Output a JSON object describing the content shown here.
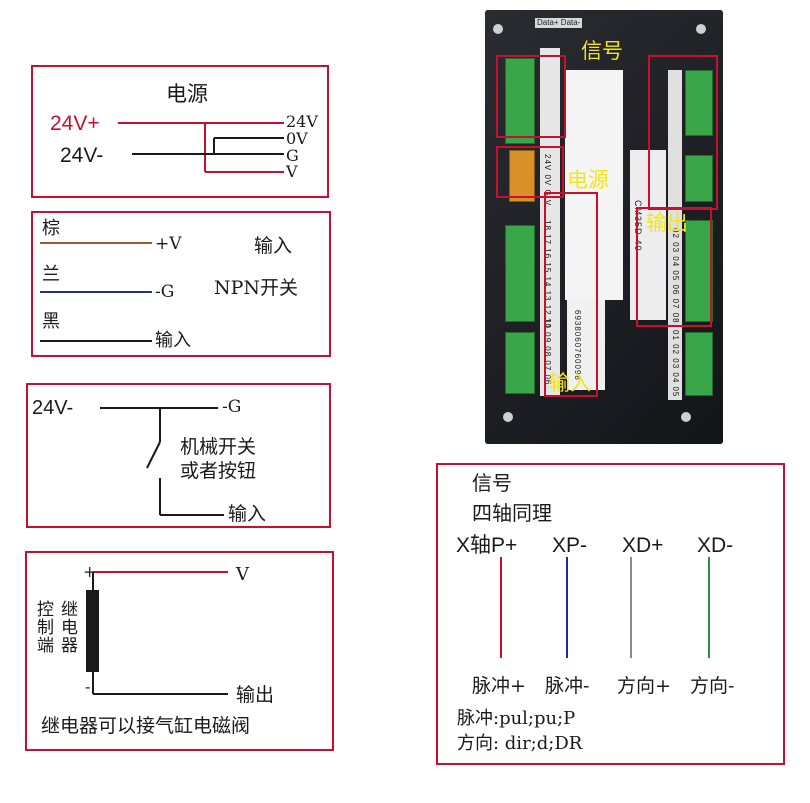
{
  "power_box": {
    "title": "电源",
    "in_pos": "24V+",
    "in_neg": "24V-",
    "pins": [
      "24V",
      "0V",
      "G",
      "V"
    ]
  },
  "npn_box": {
    "wire_brown": "棕",
    "wire_blue": "兰",
    "wire_black": "黑",
    "pin_pos": "+V",
    "pin_neg": "-G",
    "pin_out": "输入",
    "label_input": "输入",
    "label_type": "NPN开关"
  },
  "switch_box": {
    "in_neg": "24V-",
    "pin_neg": "-G",
    "label": [
      "机械开关",
      "或者按钮"
    ],
    "pin_out": "输入"
  },
  "relay_box": {
    "plus": "+",
    "minus": "-",
    "pin_v": "V",
    "coil_label": [
      "继电器",
      "控制端"
    ],
    "pin_out": "输出",
    "caption": "继电器可以接气缸电磁阀"
  },
  "controller_photo": {
    "top_label": "Data+ Data-",
    "labels": {
      "signal": "信号",
      "power": "电源",
      "output": "输出",
      "input": "输入"
    },
    "model": "CM35D-40",
    "serial": "6938060760098",
    "power_pins": "24V 0V G V",
    "input_numbers_a": "18 17 16 15 14 13 12 11",
    "input_numbers_b": "10 09 08 07 06",
    "output_numbers_a": "02 03 04 05 06 07 08",
    "output_numbers_b": "01 02 03 04 05"
  },
  "signal_box": {
    "title": "信号",
    "subtitle": "四轴同理",
    "cols": [
      "X轴P+",
      "XP-",
      "XD+",
      "XD-"
    ],
    "bottoms": [
      "脉冲+",
      "脉冲-",
      "方向+",
      "方向-"
    ],
    "note1": "脉冲:pul;pu;P",
    "note2": "方向: dir;d;DR",
    "colors": [
      "#c8102e",
      "#1f2f8f",
      "#8a8a8a",
      "#1a9a48"
    ]
  }
}
